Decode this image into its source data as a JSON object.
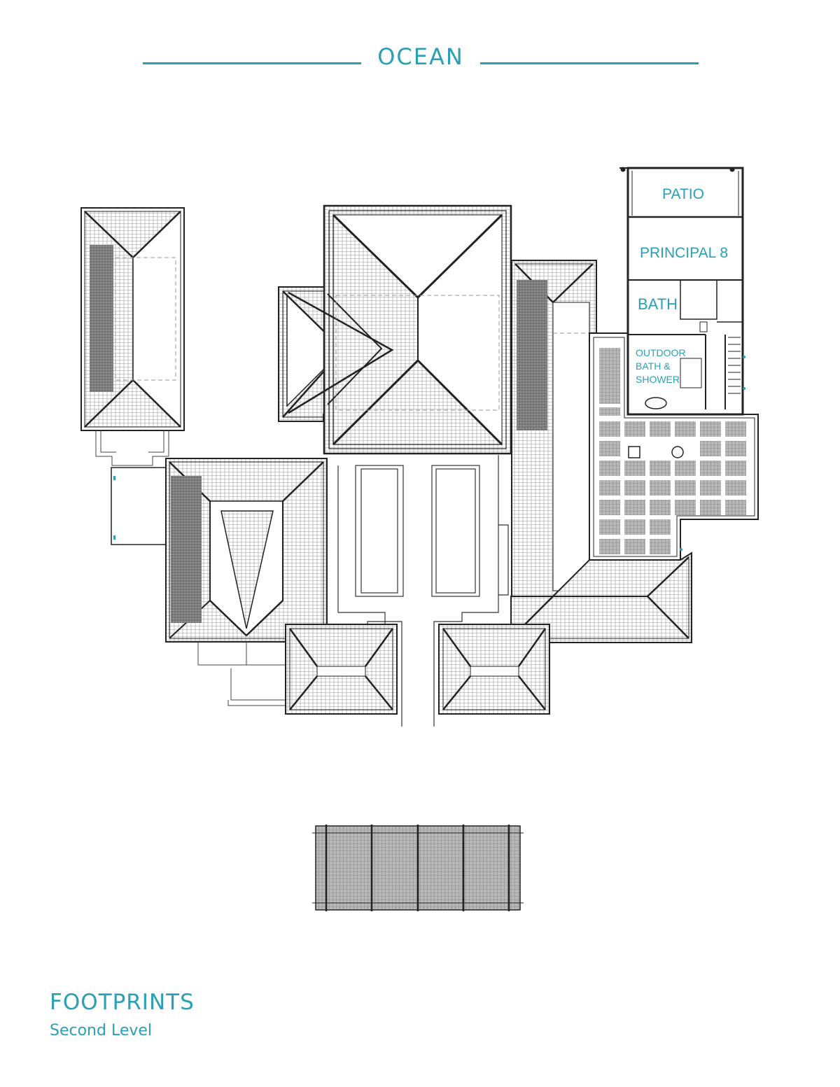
{
  "header": {
    "title": "OCEAN"
  },
  "rooms": {
    "patio": "PATIO",
    "principal": "PRINCIPAL 8",
    "bath": "BATH",
    "outdoor_line1": "OUTDOOR",
    "outdoor_line2": "BATH &",
    "outdoor_line3": "SHOWER"
  },
  "footer": {
    "title": "FOOTPRINTS",
    "subtitle": "Second Level"
  },
  "colors": {
    "accent": "#2a9fb5",
    "line": "#222222",
    "hatch": "#7a7a7a"
  }
}
